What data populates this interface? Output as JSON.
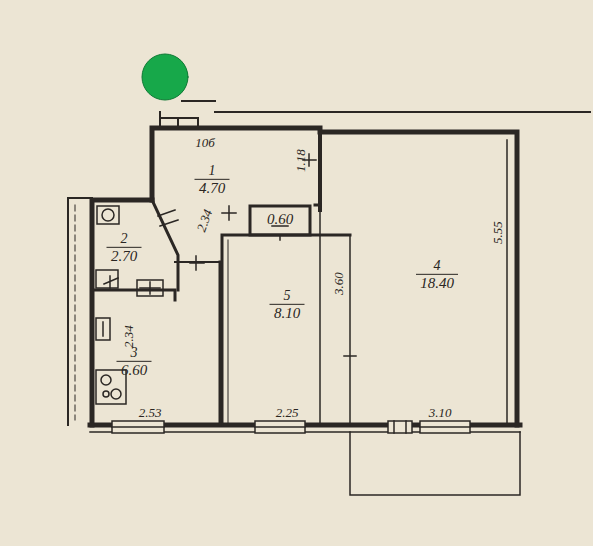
{
  "diagram": {
    "nodes": [
      {
        "text": [
          "1",
          "4.70"
        ]
      },
      {
        "text": [
          "2",
          "2.70"
        ]
      },
      {
        "text": [
          "0.60"
        ]
      },
      {
        "text": [
          "5",
          "8.10"
        ]
      },
      {
        "text": [
          "4",
          "18.40"
        ]
      },
      {
        "text": [
          "3",
          "6.60"
        ]
      }
    ],
    "labels": [
      "10б",
      "1.18",
      "2.34",
      "3.60",
      "5.55",
      "2.34",
      "2.53",
      "2.25",
      "3.10"
    ]
  }
}
